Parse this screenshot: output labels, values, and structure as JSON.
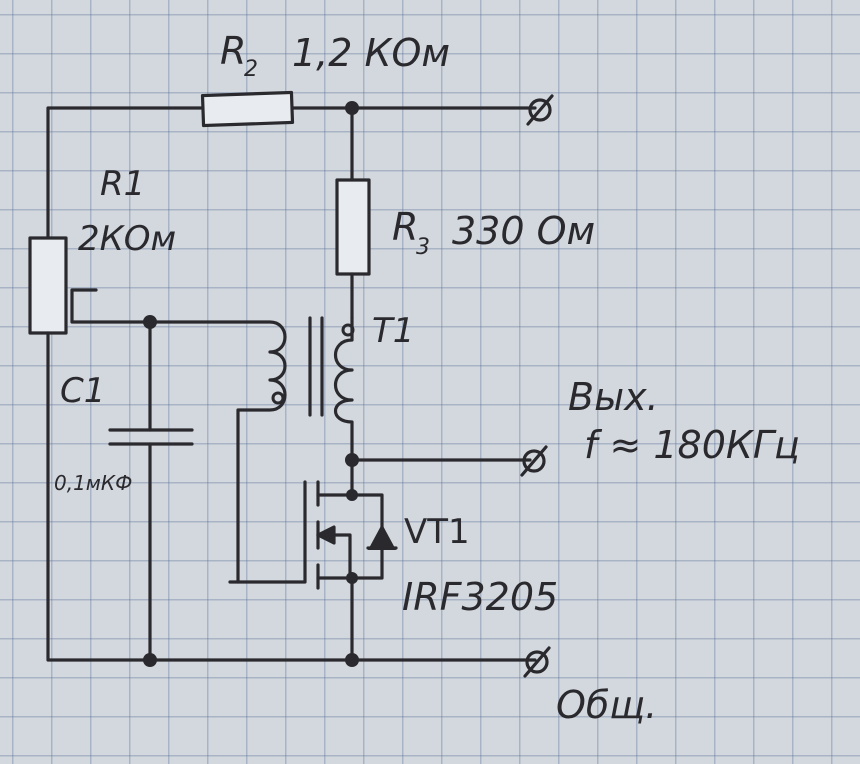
{
  "labels": {
    "r2": "R",
    "r2_sub": "2",
    "r2_value": "1,2 КОм",
    "r1": "R1",
    "r1_value": "2КОм",
    "r3": "R",
    "r3_sub": "3",
    "r3_value": "330 Ом",
    "t1": "T1",
    "c1": "C1",
    "c1_value": "0,1мКФ",
    "vt1": "VT1",
    "vt1_part": "IRF3205",
    "output": "Вых.",
    "frequency": "f ≈ 180КГц",
    "common": "Общ."
  },
  "colors": {
    "ink": "#2a2a2e",
    "paper": "#d3d8de",
    "grid": "#6a7ea0"
  }
}
